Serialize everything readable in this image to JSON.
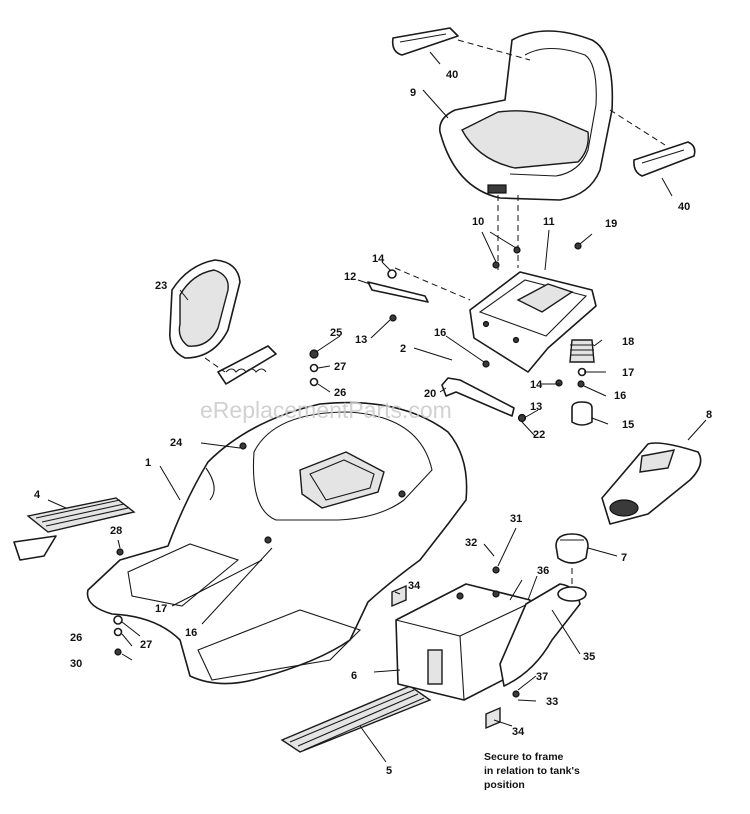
{
  "watermark": "eReplacementParts.com",
  "note": [
    "Secure to frame",
    "in relation to tank's",
    "position"
  ],
  "callouts": {
    "c40a": "40",
    "c9": "9",
    "c40b": "40",
    "c10": "10",
    "c11": "11",
    "c19": "19",
    "c14a": "14",
    "c12": "12",
    "c13a": "13",
    "c23": "23",
    "c25": "25",
    "c27a": "27",
    "c26a": "26",
    "c16a": "16",
    "c2": "2",
    "c18": "18",
    "c17a": "17",
    "c16b": "16",
    "c20": "20",
    "c14b": "14",
    "c13b": "13",
    "c15": "15",
    "c22": "22",
    "c24": "24",
    "c8": "8",
    "c1": "1",
    "c4": "4",
    "c28": "28",
    "c31": "31",
    "c32": "32",
    "c36": "36",
    "c7": "7",
    "c34a": "34",
    "c17b": "17",
    "c16c": "16",
    "c26b": "26",
    "c27b": "27",
    "c30": "30",
    "c35": "35",
    "c6": "6",
    "c37": "37",
    "c33": "33",
    "c34b": "34",
    "c5": "5"
  }
}
